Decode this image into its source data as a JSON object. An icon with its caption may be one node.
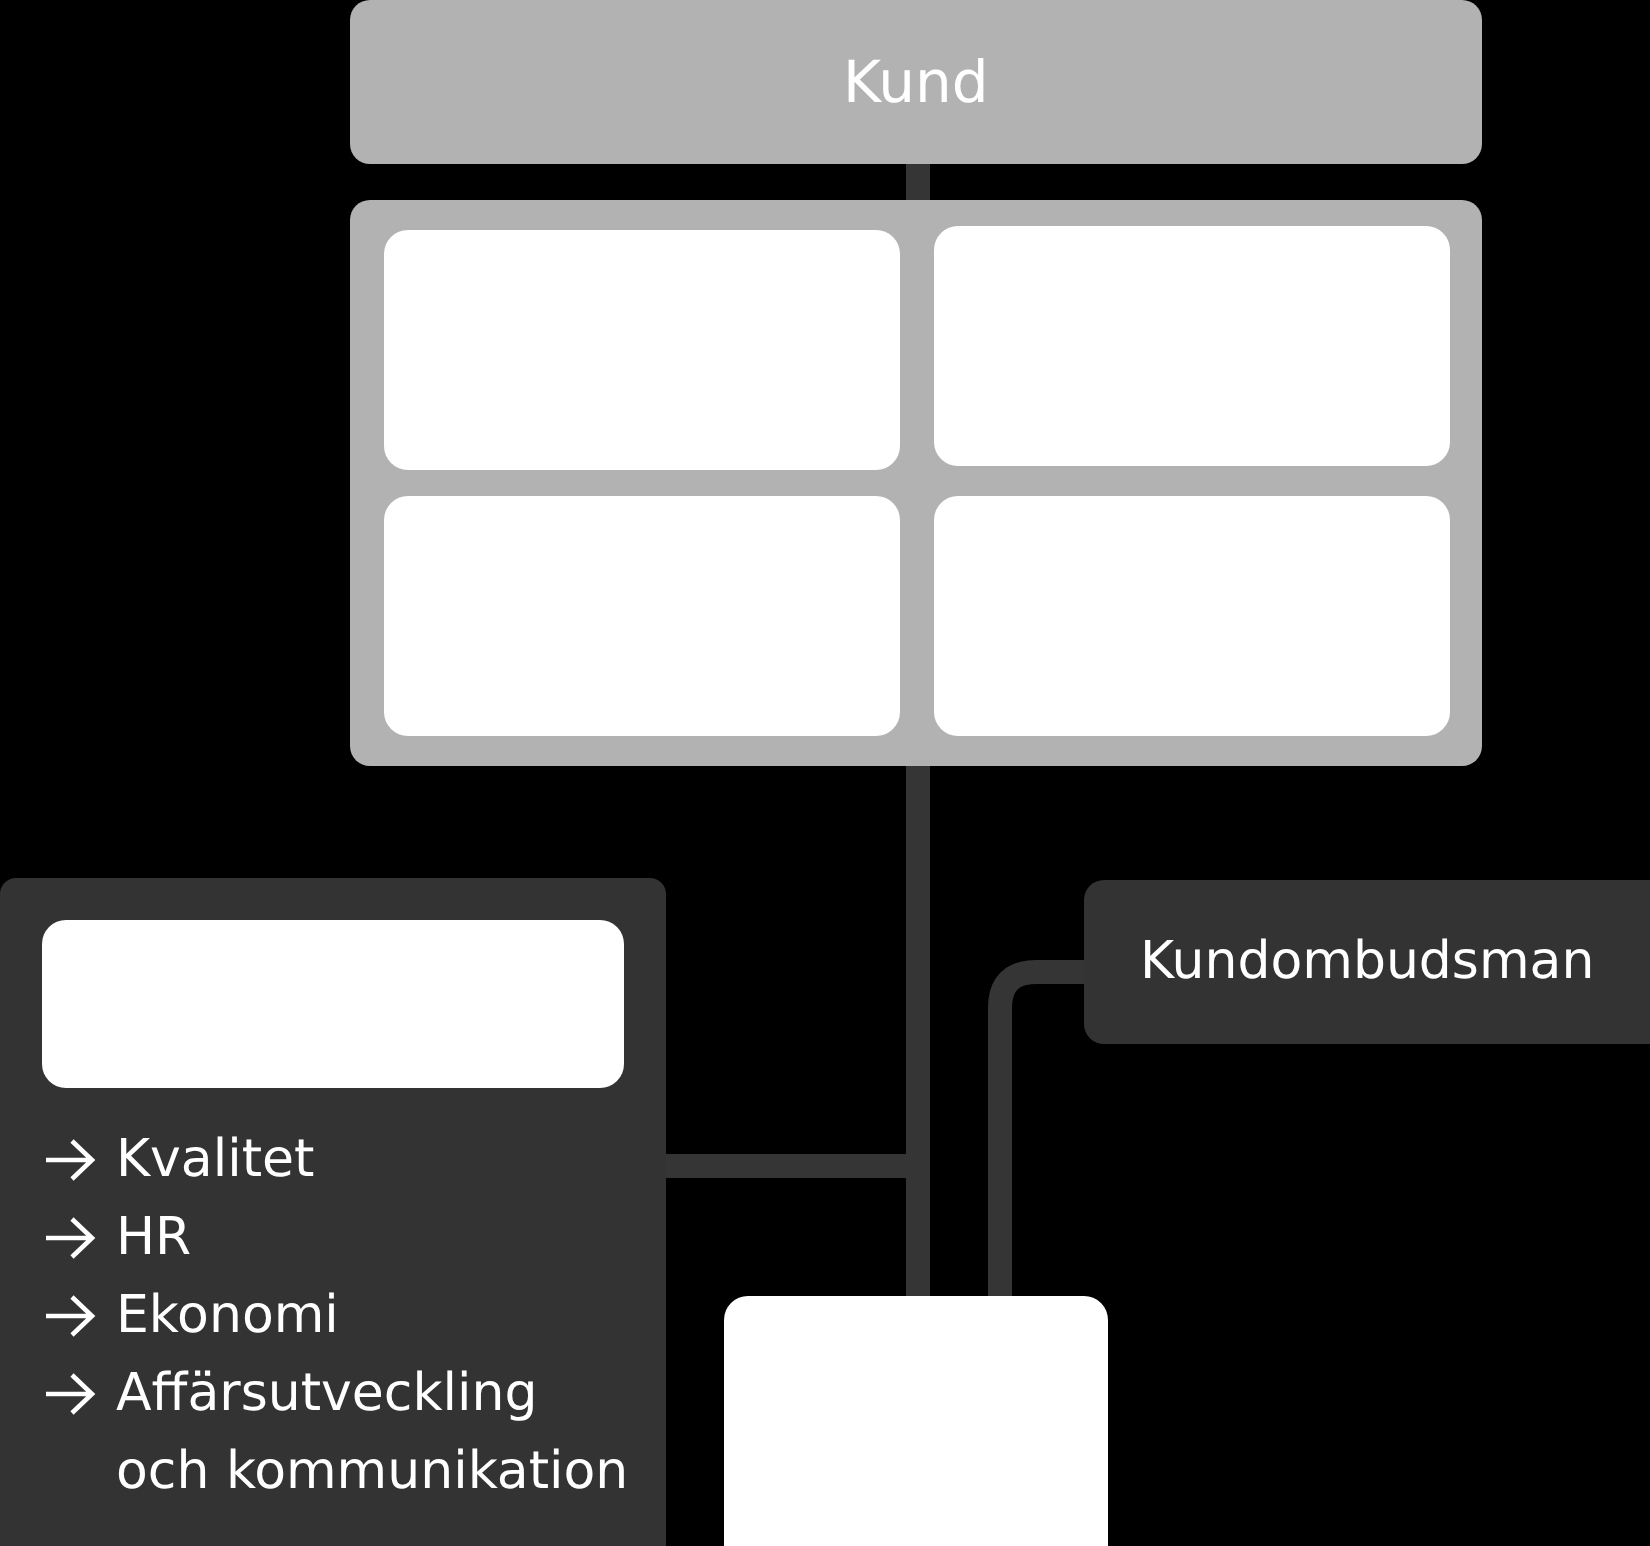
{
  "diagram": {
    "nodes": [
      {
        "text": [
          "Kund"
        ]
      },
      {
        "text": [],
        "shape": "box"
      },
      {
        "text": [],
        "shape": "box",
        "in": 1
      },
      {
        "text": [],
        "shape": "box",
        "in": 1
      },
      {
        "text": [],
        "shape": "box",
        "in": 1
      },
      {
        "text": [],
        "shape": "box",
        "in": 1
      },
      {
        "text": [
          "Kvalitet",
          "HR",
          "Ekonomi",
          "Affärsutveckling och kommunikation"
        ]
      },
      {
        "text": [],
        "shape": "box",
        "in": 6
      },
      {
        "text": [
          "Kundombudsman"
        ]
      },
      {
        "text": [],
        "shape": "box"
      }
    ],
    "edges": [
      {
        "from": 0,
        "to": 1,
        "arrow": "none"
      },
      {
        "from": 1,
        "to": 9,
        "arrow": "none"
      },
      {
        "from": 6,
        "to": 9,
        "arrow": "none"
      },
      {
        "from": 8,
        "to": 9,
        "arrow": "none"
      }
    ]
  }
}
